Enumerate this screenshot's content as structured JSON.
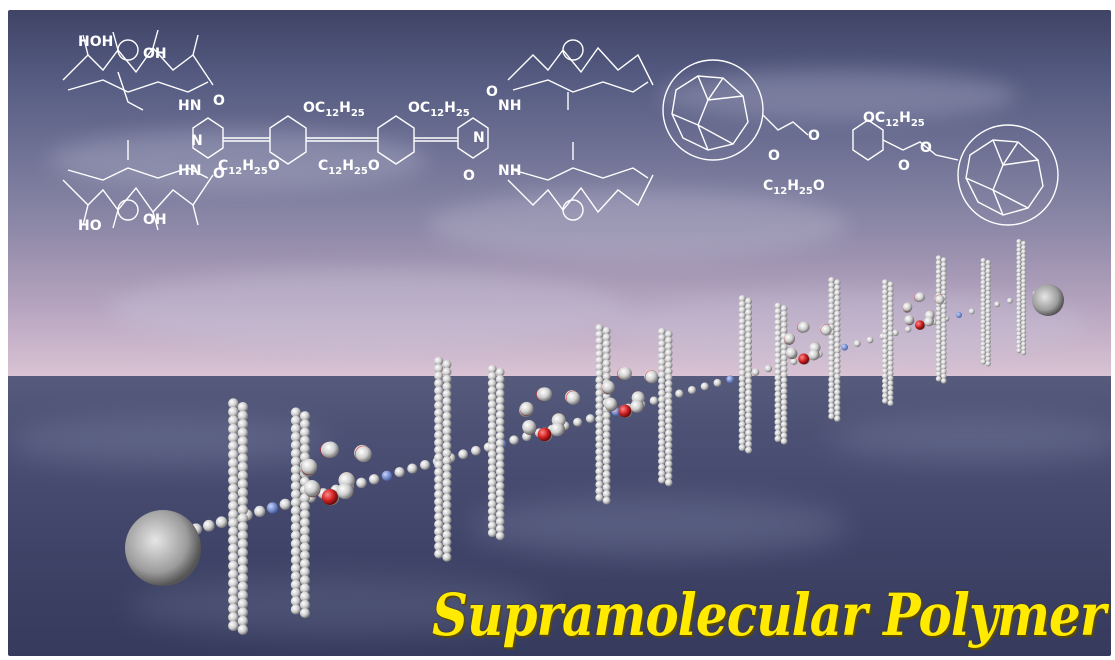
{
  "caption": "Supramolecular Polymer",
  "structure_labels": {
    "hn_top": "HN",
    "o_top": "O",
    "n_left": "N",
    "hn_bottom": "HN",
    "o_bottom": "O",
    "oc_top_left": "OC",
    "oc_top_right": "OC",
    "alkyl_mid": "C",
    "nh_top_right": "NH",
    "o_top_right": "O",
    "n_right": "N",
    "nh_bottom_right": "NH",
    "o_bottom_right": "O",
    "oh_labels": [
      "HOH",
      "OH",
      "HO",
      "OH"
    ],
    "fullerene_oc": "OC",
    "fullerene_alkyl": "C",
    "fullerene_o1": "O",
    "fullerene_o2": "O",
    "fullerene_o3": "O",
    "fullerene_o4": "O"
  },
  "colors": {
    "caption": "#ffea00",
    "sky_top": "#3f4466",
    "horizon": "#d9c3d4",
    "sea": "#3f4468",
    "atom_carbon": "#d9d9d9",
    "atom_oxygen": "#cc1f1f",
    "atom_nitrogen": "#6b86c8"
  }
}
